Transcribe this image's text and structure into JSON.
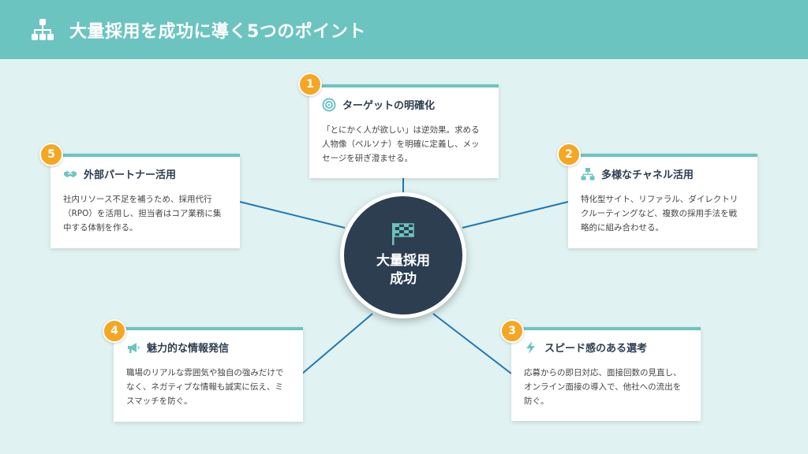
{
  "header": {
    "title": "大量採用を成功に導く5つのポイント",
    "icon": "sitemap-icon"
  },
  "center": {
    "label": "大量採用\n成功",
    "icon": "flag-checkered-icon"
  },
  "points": [
    {
      "number": "1",
      "title": "ターゲットの明確化",
      "icon": "target-icon",
      "description": "「とにかく人が欲しい」は逆効果。求める人物像（ペルソナ）を明確に定義し、メッセージを研ぎ澄ませる。"
    },
    {
      "number": "2",
      "title": "多様なチャネル活用",
      "icon": "network-icon",
      "description": "特化型サイト、リファラル、ダイレクトリクルーティングなど、複数の採用手法を戦略的に組み合わせる。"
    },
    {
      "number": "3",
      "title": "スピード感のある選考",
      "icon": "bolt-icon",
      "description": "応募からの即日対応、面接回数の見直し、オンライン面接の導入で、他社への流出を防ぐ。"
    },
    {
      "number": "4",
      "title": "魅力的な情報発信",
      "icon": "megaphone-icon",
      "description": "職場のリアルな雰囲気や独自の強みだけでなく、ネガティブな情報も誠実に伝え、ミスマッチを防ぐ。"
    },
    {
      "number": "5",
      "title": "外部パートナー活用",
      "icon": "handshake-icon",
      "description": "社内リソース不足を補うため、採用代行（RPO）を活用し、担当者はコア業務に集中する体制を作る。"
    }
  ],
  "colors": {
    "header": "#6cc4c1",
    "center": "#2c3e50",
    "badge": "#f5a623",
    "connector": "#1f78b4",
    "background": "#e0f2f1"
  }
}
